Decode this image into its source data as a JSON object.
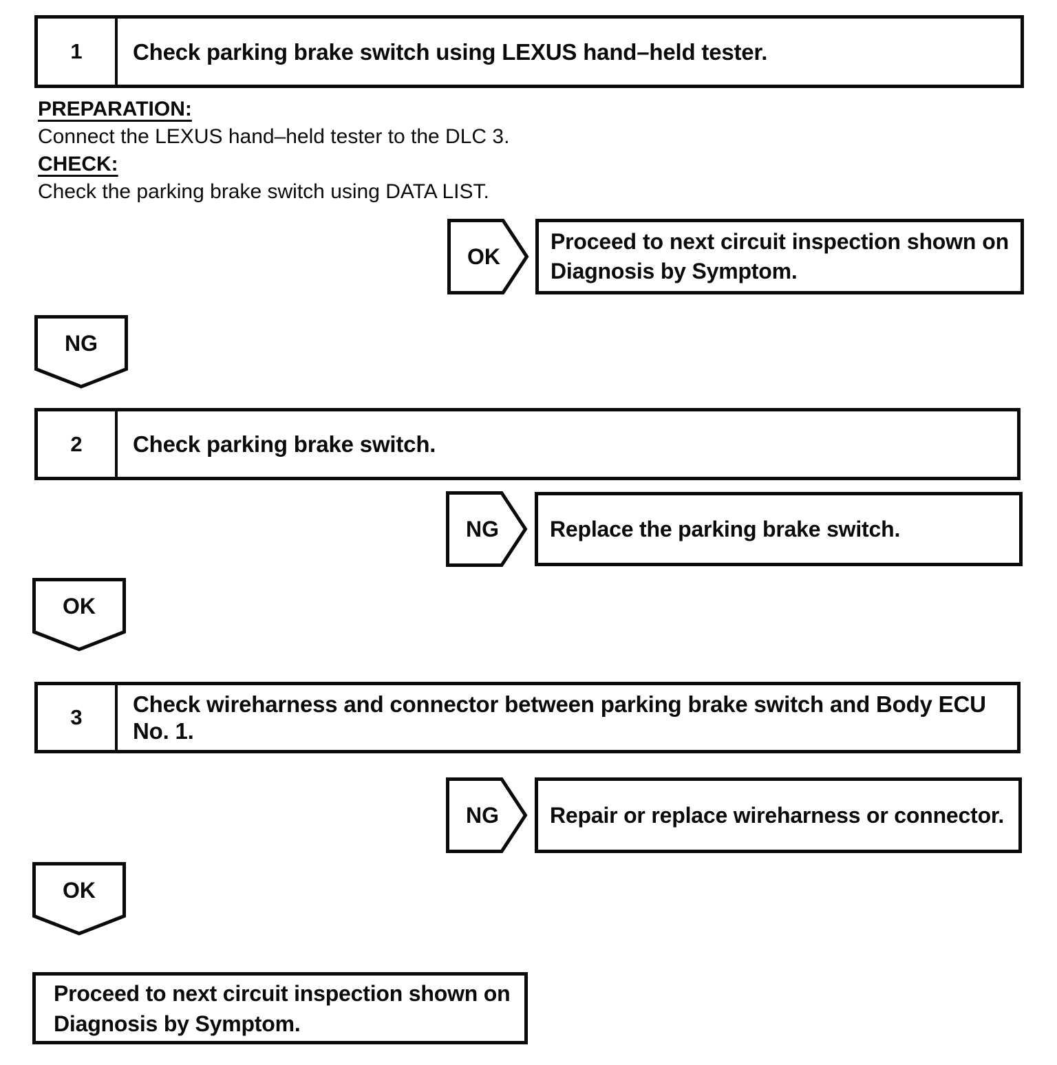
{
  "page": {
    "background_color": "#ffffff",
    "ink_color": "#0a0a0a"
  },
  "step1": {
    "number": "1",
    "title": "Check parking brake switch using LEXUS hand–held tester."
  },
  "preparation": {
    "label": "PREPARATION:",
    "text": "Connect the LEXUS hand–held tester to the DLC 3."
  },
  "check": {
    "label": "CHECK:",
    "text": "Check the parking brake switch using DATA LIST."
  },
  "branch1": {
    "badge": "OK",
    "result_line1": "Proceed to next circuit inspection shown on",
    "result_line2": "Diagnosis by Symptom."
  },
  "down1": {
    "badge": "NG"
  },
  "step2": {
    "number": "2",
    "title": "Check parking brake switch."
  },
  "branch2": {
    "badge": "NG",
    "result": "Replace the parking brake switch."
  },
  "down2": {
    "badge": "OK"
  },
  "step3": {
    "number": "3",
    "title_line1": "Check wireharness and connector between parking brake switch and Body ECU",
    "title_line2": "No. 1."
  },
  "branch3": {
    "badge": "NG",
    "result": "Repair or replace wireharness or connector."
  },
  "down3": {
    "badge": "OK"
  },
  "final": {
    "line1": "Proceed to next circuit inspection shown on",
    "line2": "Diagnosis by Symptom."
  }
}
